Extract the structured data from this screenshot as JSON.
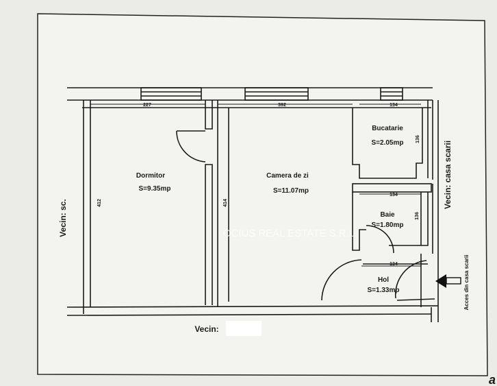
{
  "rooms": [
    {
      "name": "Dormitor",
      "area": "S=9.35mp"
    },
    {
      "name": "Camera de zi",
      "area": "S=11.07mp"
    },
    {
      "name": "Bucatarie",
      "area": "S=2.05mp"
    },
    {
      "name": "Baie",
      "area": "S=1.80mp"
    },
    {
      "name": "Hol",
      "area": "S=1.33mp"
    }
  ],
  "dimensions": {
    "dormitor_width": "227",
    "camera_width": "392",
    "bucatarie_width": "134",
    "baie_width": "134",
    "hol_width": "134",
    "dormitor_height": "412",
    "camera_height": "414",
    "bucatarie_side": "136",
    "baie_side": "136"
  },
  "neighbors": {
    "left": "Vecin: sc.",
    "right": "Vecin: casa scarii",
    "bottom": "Vecin:"
  },
  "access_label": "Acces din casa scarii",
  "watermark": "OCIUS REAL ESTATE S.R.L.",
  "corner_mark": "a"
}
